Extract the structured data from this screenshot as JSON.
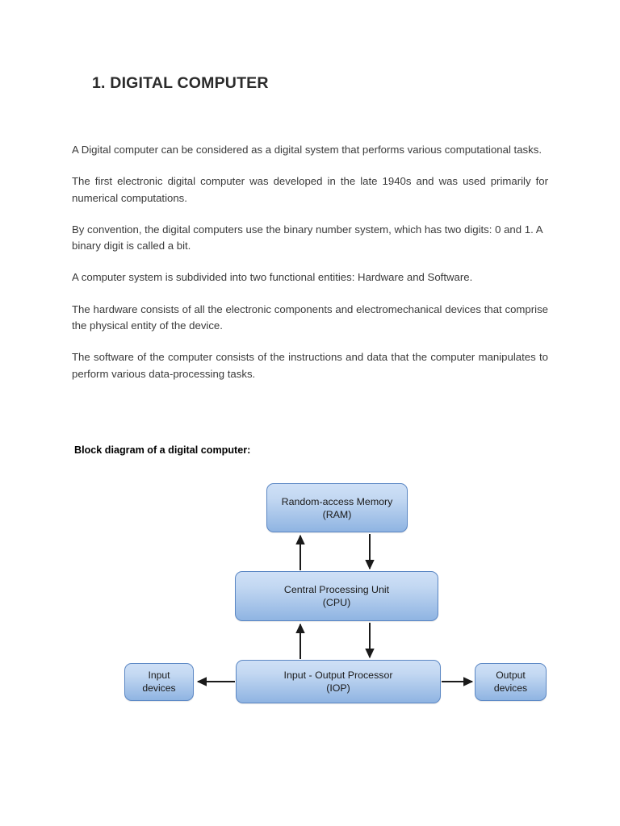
{
  "document": {
    "title": "1. DIGITAL COMPUTER",
    "paragraphs": [
      "A Digital computer can be considered as a digital system that performs various computational tasks.",
      "The first electronic digital computer was developed in the late 1940s and was used primarily for numerical computations.",
      "By convention, the digital computers use the binary number system, which has two digits: 0 and 1. A binary digit is called a bit.",
      "A computer system is subdivided into two functional entities: Hardware and Software.",
      "The hardware consists of all the electronic components and electromechanical devices that comprise the physical entity of the device.",
      "The software of the computer consists of the instructions and data that the computer manipulates to perform various data-processing tasks."
    ],
    "diagram_caption": "Block diagram of a digital computer:"
  },
  "diagram": {
    "nodes": {
      "ram": {
        "line1": "Random-access Memory",
        "line2": "(RAM)"
      },
      "cpu": {
        "line1": "Central Processing Unit",
        "line2": "(CPU)"
      },
      "iop": {
        "line1": "Input - Output Processor",
        "line2": "(IOP)"
      },
      "input_devices": {
        "line1": "Input",
        "line2": "devices"
      },
      "output_devices": {
        "line1": "Output",
        "line2": "devices"
      }
    },
    "connections": [
      {
        "name": "cpu-to-ram",
        "from": "cpu",
        "to": "ram",
        "direction": "up"
      },
      {
        "name": "ram-to-cpu",
        "from": "ram",
        "to": "cpu",
        "direction": "down"
      },
      {
        "name": "iop-to-cpu",
        "from": "iop",
        "to": "cpu",
        "direction": "up"
      },
      {
        "name": "cpu-to-iop",
        "from": "cpu",
        "to": "iop",
        "direction": "down"
      },
      {
        "name": "iop-to-input-devices",
        "from": "iop",
        "to": "input_devices",
        "direction": "left"
      },
      {
        "name": "iop-to-output-devices",
        "from": "iop",
        "to": "output_devices",
        "direction": "right"
      }
    ],
    "colors": {
      "node_fill_top": "#cfe0f6",
      "node_fill_bottom": "#8fb4e2",
      "node_border": "#5b87c4",
      "arrow": "#1a1a1a",
      "node_text": "#1a1a1a"
    }
  }
}
